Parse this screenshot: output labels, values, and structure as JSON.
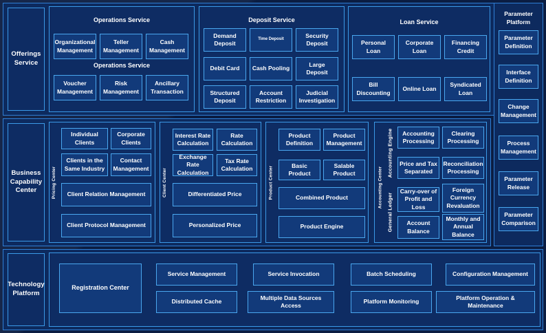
{
  "theme": {
    "page_background": "#0b1d42",
    "band_background": "#0d2a5e",
    "group_background": "#0e2c63",
    "card_background": "#123a7a",
    "border_accent": "#4aa8f0",
    "border_outer": "#2f7fd6",
    "text": "#ffffff"
  },
  "rows": [
    {
      "label": "Offerings\nService",
      "label_lines": [
        "Offerings",
        "Service"
      ]
    },
    {
      "label": "Business Capability Center",
      "label_lines": [
        "Business",
        "Capability",
        "Center"
      ]
    },
    {
      "label": "Technology Platform",
      "label_lines": [
        "Technology",
        "Platform"
      ]
    }
  ],
  "offerings": {
    "row_label_line1": "Offerings",
    "row_label_line2": "Service",
    "groups": [
      {
        "title": "Operations Service",
        "subtitle": "Operations Service",
        "cards": [
          "Organizational Management",
          "Teller Management",
          "Cash Management",
          "Voucher Management",
          "Risk Management",
          "Ancillary Transaction"
        ]
      },
      {
        "title": "Deposit Service",
        "cards": [
          "Demand Deposit",
          "Time Deposit",
          "Security Deposit",
          "Debit Card",
          "Cash Pooling",
          "Large Deposit",
          "Structured Deposit",
          "Account Restriction",
          "Judicial Investigation"
        ]
      },
      {
        "title": "Loan Service",
        "cards": [
          "Personal Loan",
          "Corporate Loan",
          "Financing Credit",
          "Bill Discounting",
          "Online Loan",
          "Syndicated Loan"
        ]
      }
    ]
  },
  "business": {
    "row_label_line1": "Business",
    "row_label_line2": "Capability",
    "row_label_line3": "Center",
    "centers": [
      {
        "vlabel": "Pricing Center",
        "cards": [
          "Individual Clients",
          "Corporate Clients",
          "Clients in the Same Industry",
          "Contact Management",
          "Client Relation Management",
          "Client Protocol Management"
        ]
      },
      {
        "vlabel": "Client Center",
        "cards": [
          "Interest Rate Calculation",
          "Rate Calculation",
          "Exchange Rate Calculation",
          "Tax Rate Calculation",
          "Differentiated Price",
          "Personalized Price"
        ]
      },
      {
        "vlabel": "Product Center",
        "cards": [
          "Product Definition",
          "Product Management",
          "Basic Product",
          "Salable Product",
          "Combined Product",
          "Product Engine"
        ]
      },
      {
        "vlabel": "Accounting Center",
        "sub": [
          {
            "vlabel": "Accounting Engine",
            "cards": [
              "Accounting Processing",
              "Clearing Processing",
              "Price and Tax Separated",
              "Reconciliation Processing"
            ]
          },
          {
            "vlabel": "General Ledger",
            "cards": [
              "Carry-over of Profit and Loss",
              "Foreign Currency Revaluation",
              "Account Balance",
              "Monthly and Annual Balance"
            ]
          }
        ]
      }
    ]
  },
  "technology": {
    "row_label_line1": "Technology",
    "row_label_line2": "Platform",
    "big_card": "Registration Center",
    "cards": [
      "Service Management",
      "Service Invocation",
      "Batch Scheduling",
      "Configuration Management",
      "Distributed Cache",
      "Multiple Data Sources Access",
      "Platform Monitoring",
      "Platform Operation & Maintenance"
    ]
  },
  "parameter_platform": {
    "title_line1": "Parameter",
    "title_line2": "Platform",
    "cards": [
      "Parameter Definition",
      "Interface Definition",
      "Change Management",
      "Process Management",
      "Parameter Release",
      "Parameter Comparison"
    ]
  }
}
